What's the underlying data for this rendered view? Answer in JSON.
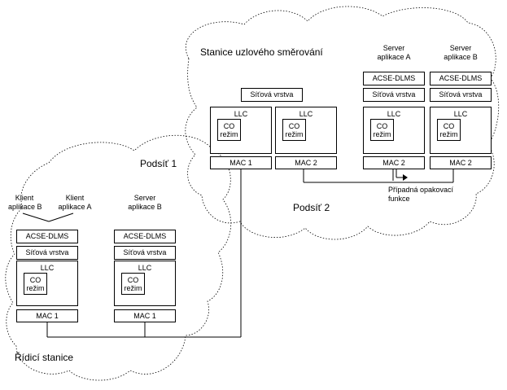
{
  "labels": {
    "routing_station": "Stanice uzlového směrování",
    "subnet1": "Podsíť 1",
    "subnet2": "Podsíť 2",
    "control_station": "Řídicí stanice",
    "repeat_function": "Případná opakovací\nfunkce"
  },
  "stack": {
    "acse": "ACSE-DLMS",
    "network": "Síťová vrstva",
    "llc": "LLC",
    "co": "CO",
    "mode": "režim",
    "mac1": "MAC 1",
    "mac2": "MAC 2"
  },
  "apps": {
    "server_a": "Server\naplikace A",
    "server_b": "Server\naplikace B",
    "client_a": "Klient\naplikace A",
    "client_b": "Klient\naplikace B"
  }
}
